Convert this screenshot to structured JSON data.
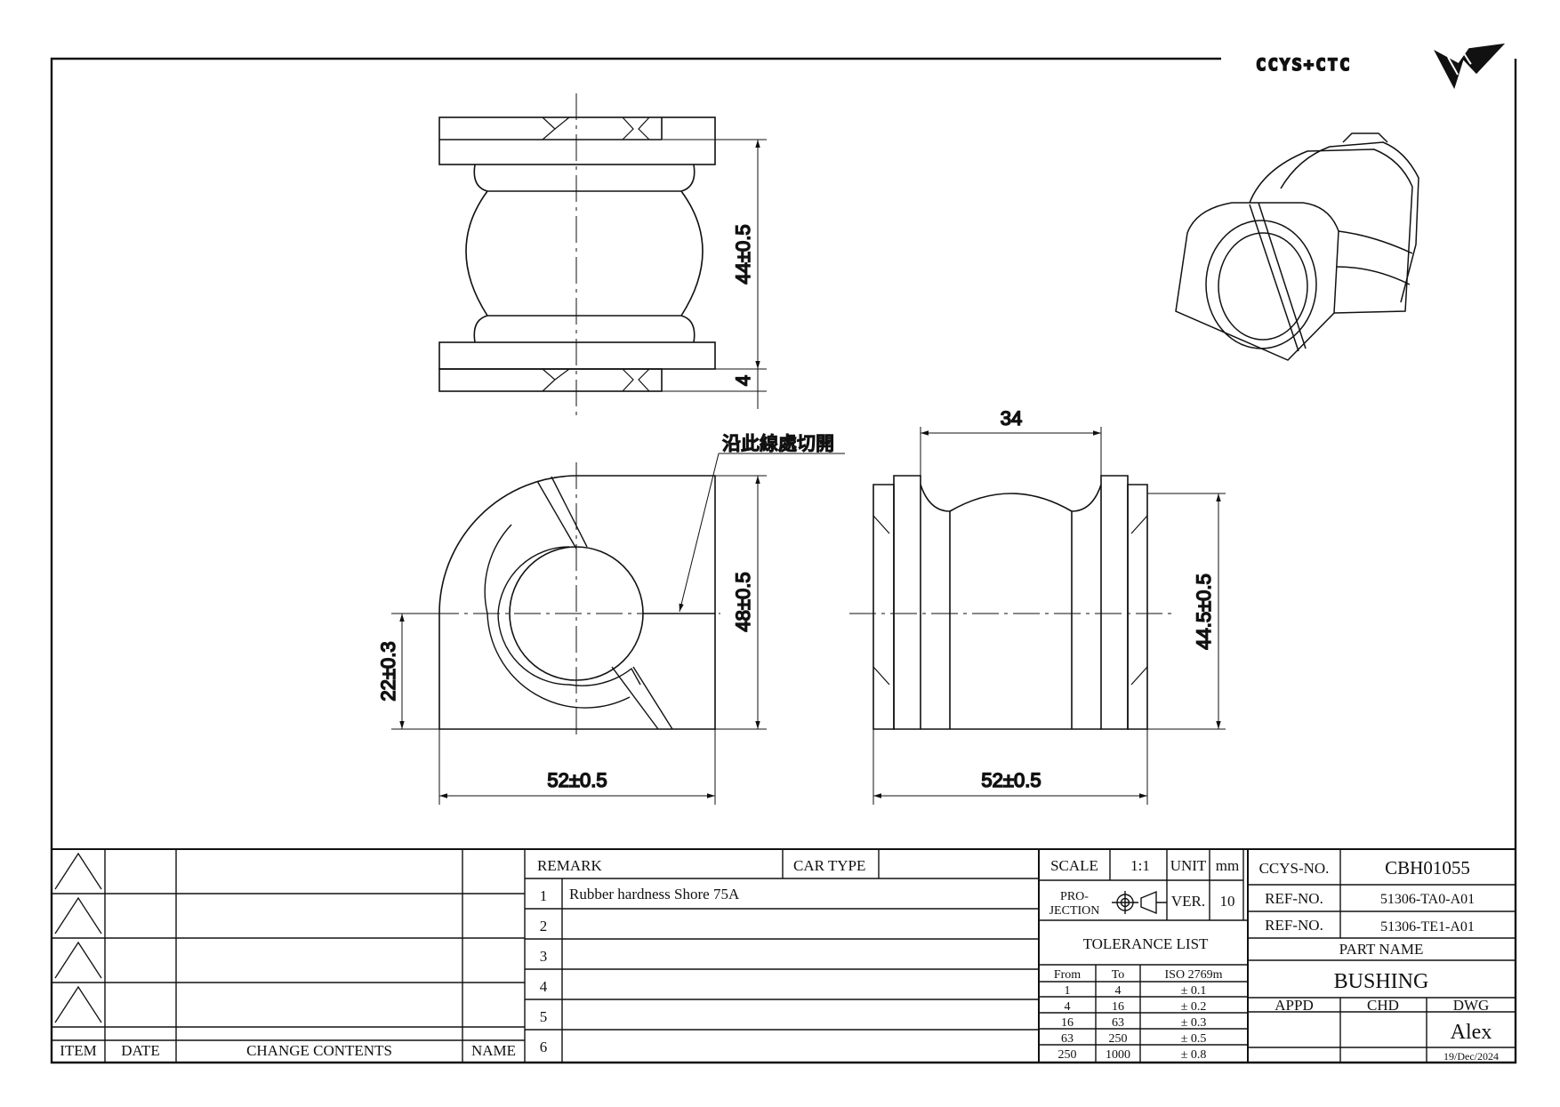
{
  "logo": {
    "text": "CCYS+CTC"
  },
  "dimensions": {
    "height_top_view": "44±0.5",
    "flange_thickness": "4",
    "cut_note": "沿此線處切開",
    "front_height": "48±0.5",
    "bore_center_height": "22±0.3",
    "front_width": "52±0.5",
    "side_width": "52±0.5",
    "side_height": "44.5±0.5",
    "groove_width": "34"
  },
  "revision_table": {
    "headers": {
      "item": "ITEM",
      "date": "DATE",
      "change": "CHANGE CONTENTS",
      "name": "NAME"
    }
  },
  "remark_table": {
    "remark_label": "REMARK",
    "car_type_label": "CAR TYPE",
    "car_type_value": "",
    "rows": [
      {
        "no": "1",
        "text": "Rubber hardness Shore 75A"
      },
      {
        "no": "2",
        "text": ""
      },
      {
        "no": "3",
        "text": ""
      },
      {
        "no": "4",
        "text": ""
      },
      {
        "no": "5",
        "text": ""
      },
      {
        "no": "6",
        "text": ""
      }
    ]
  },
  "scale_block": {
    "scale_label": "SCALE",
    "scale_value": "1:1",
    "unit_label": "UNIT",
    "unit_value": "mm",
    "projection_label_1": "PRO-",
    "projection_label_2": "JECTION",
    "ver_label": "VER.",
    "ver_value": "10"
  },
  "tolerance": {
    "title": "TOLERANCE LIST",
    "headers": {
      "from": "From",
      "to": "To",
      "std": "ISO 2769m"
    },
    "rows": [
      {
        "from": "1",
        "to": "4",
        "tol": "± 0.1"
      },
      {
        "from": "4",
        "to": "16",
        "tol": "± 0.2"
      },
      {
        "from": "16",
        "to": "63",
        "tol": "± 0.3"
      },
      {
        "from": "63",
        "to": "250",
        "tol": "± 0.5"
      },
      {
        "from": "250",
        "to": "1000",
        "tol": "± 0.8"
      }
    ]
  },
  "title_block": {
    "ccys_no_label": "CCYS-NO.",
    "ccys_no_value": "CBH01055",
    "ref1_label": "REF-NO.",
    "ref1_value": "51306-TA0-A01",
    "ref2_label": "REF-NO.",
    "ref2_value": "51306-TE1-A01",
    "part_name_label": "PART NAME",
    "part_name_value": "BUSHING",
    "appd_label": "APPD",
    "chd_label": "CHD",
    "dwg_label": "DWG",
    "dwg_value": "Alex",
    "date_value": "19/Dec/2024"
  }
}
